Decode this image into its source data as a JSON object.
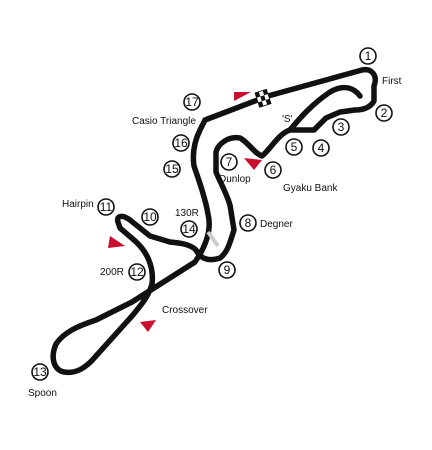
{
  "track": {
    "colors": {
      "track": "#111111",
      "marker": "#c8102e",
      "accent": "#cccccc"
    }
  },
  "corners": [
    {
      "num": "1",
      "name": ""
    },
    {
      "num": "2",
      "name": "First"
    },
    {
      "num": "3",
      "name": ""
    },
    {
      "num": "4",
      "name": ""
    },
    {
      "num": "5",
      "name": ""
    },
    {
      "num": "6",
      "name": "Gyaku Bank"
    },
    {
      "num": "7",
      "name": "Dunlop"
    },
    {
      "num": "8",
      "name": "Degner"
    },
    {
      "num": "9",
      "name": ""
    },
    {
      "num": "10",
      "name": ""
    },
    {
      "num": "11",
      "name": "Hairpin"
    },
    {
      "num": "12",
      "name": "200R"
    },
    {
      "num": "13",
      "name": "Spoon"
    },
    {
      "num": "14",
      "name": "130R"
    },
    {
      "num": "15",
      "name": ""
    },
    {
      "num": "16",
      "name": ""
    },
    {
      "num": "17",
      "name": "Casio Triangle"
    }
  ],
  "labels": {
    "s_curves": "'S'",
    "crossover": "Crossover"
  },
  "icons": {
    "start_finish": "checkered-flag-icon",
    "direction": "direction-arrow-icon"
  }
}
